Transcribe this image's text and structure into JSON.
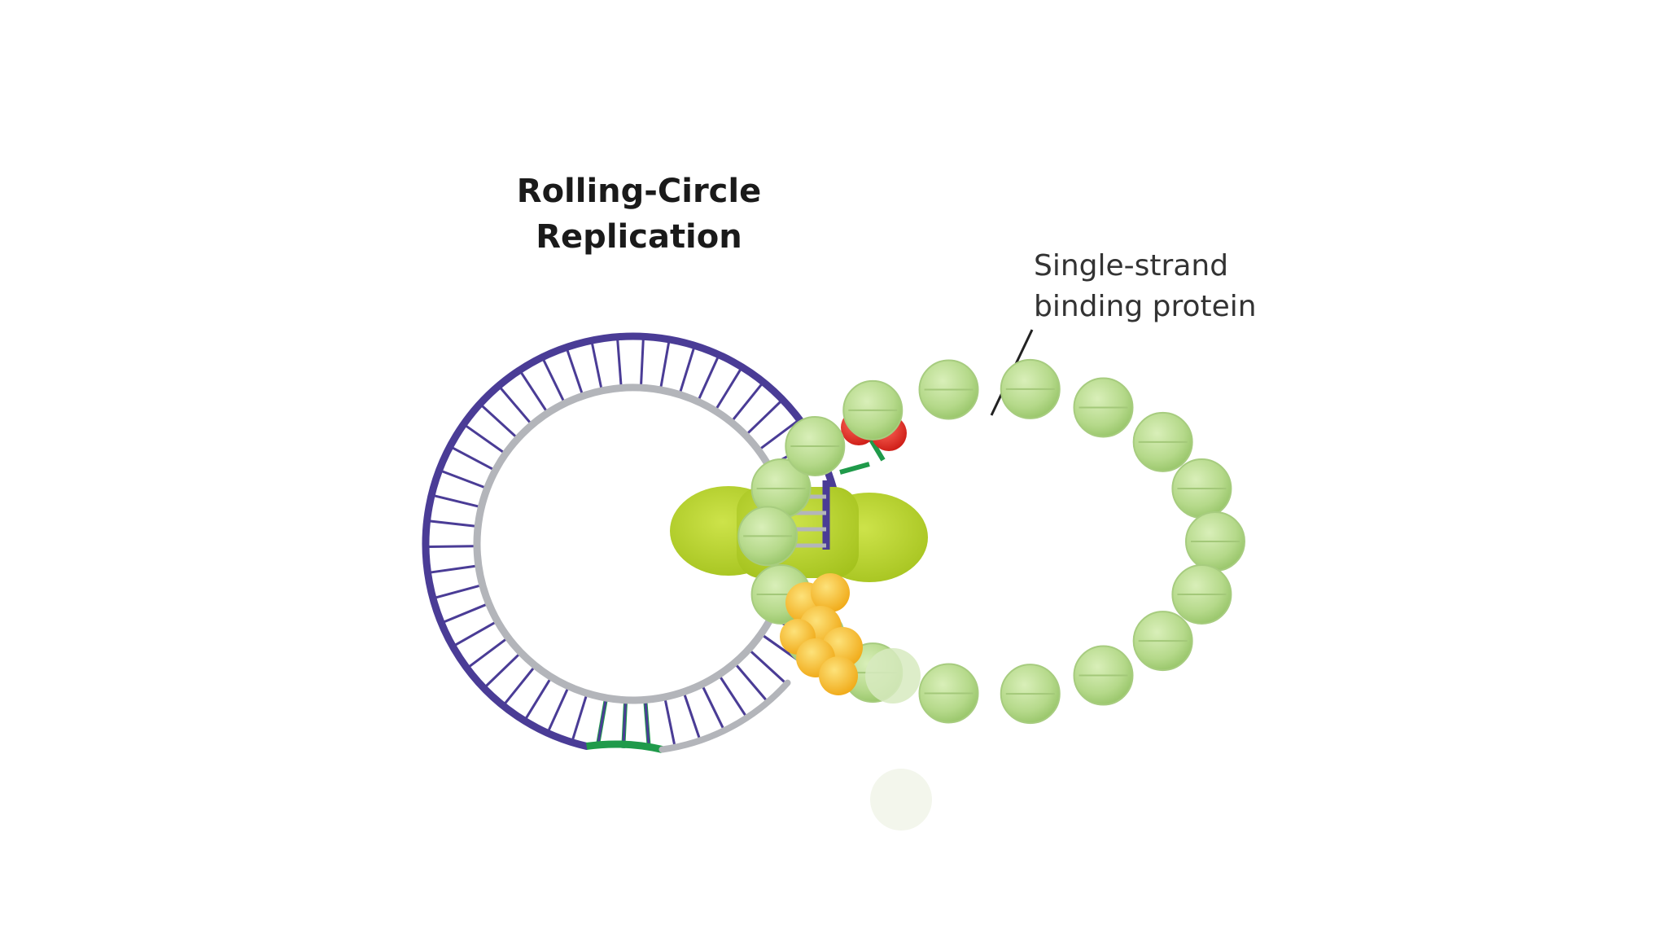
{
  "title": {
    "line1": "Rolling-Circle",
    "line2": "Replication"
  },
  "label": {
    "line1": "Single-strand",
    "line2": "binding protein"
  },
  "colors": {
    "outer_strand": "#4a3c96",
    "inner_strand": "#b3b5ba",
    "primer_green": "#1f9a4a",
    "polymerase": "#b8d42a",
    "ssb_bead": "#b5d98a",
    "helicase": "#f2b81e",
    "primase": "#e0251f"
  },
  "icons": {
    "polymerase": "polymerase-blob",
    "helicase": "helicase-cluster",
    "primase": "primase-red-dots",
    "ssb": "ssb-beads"
  }
}
